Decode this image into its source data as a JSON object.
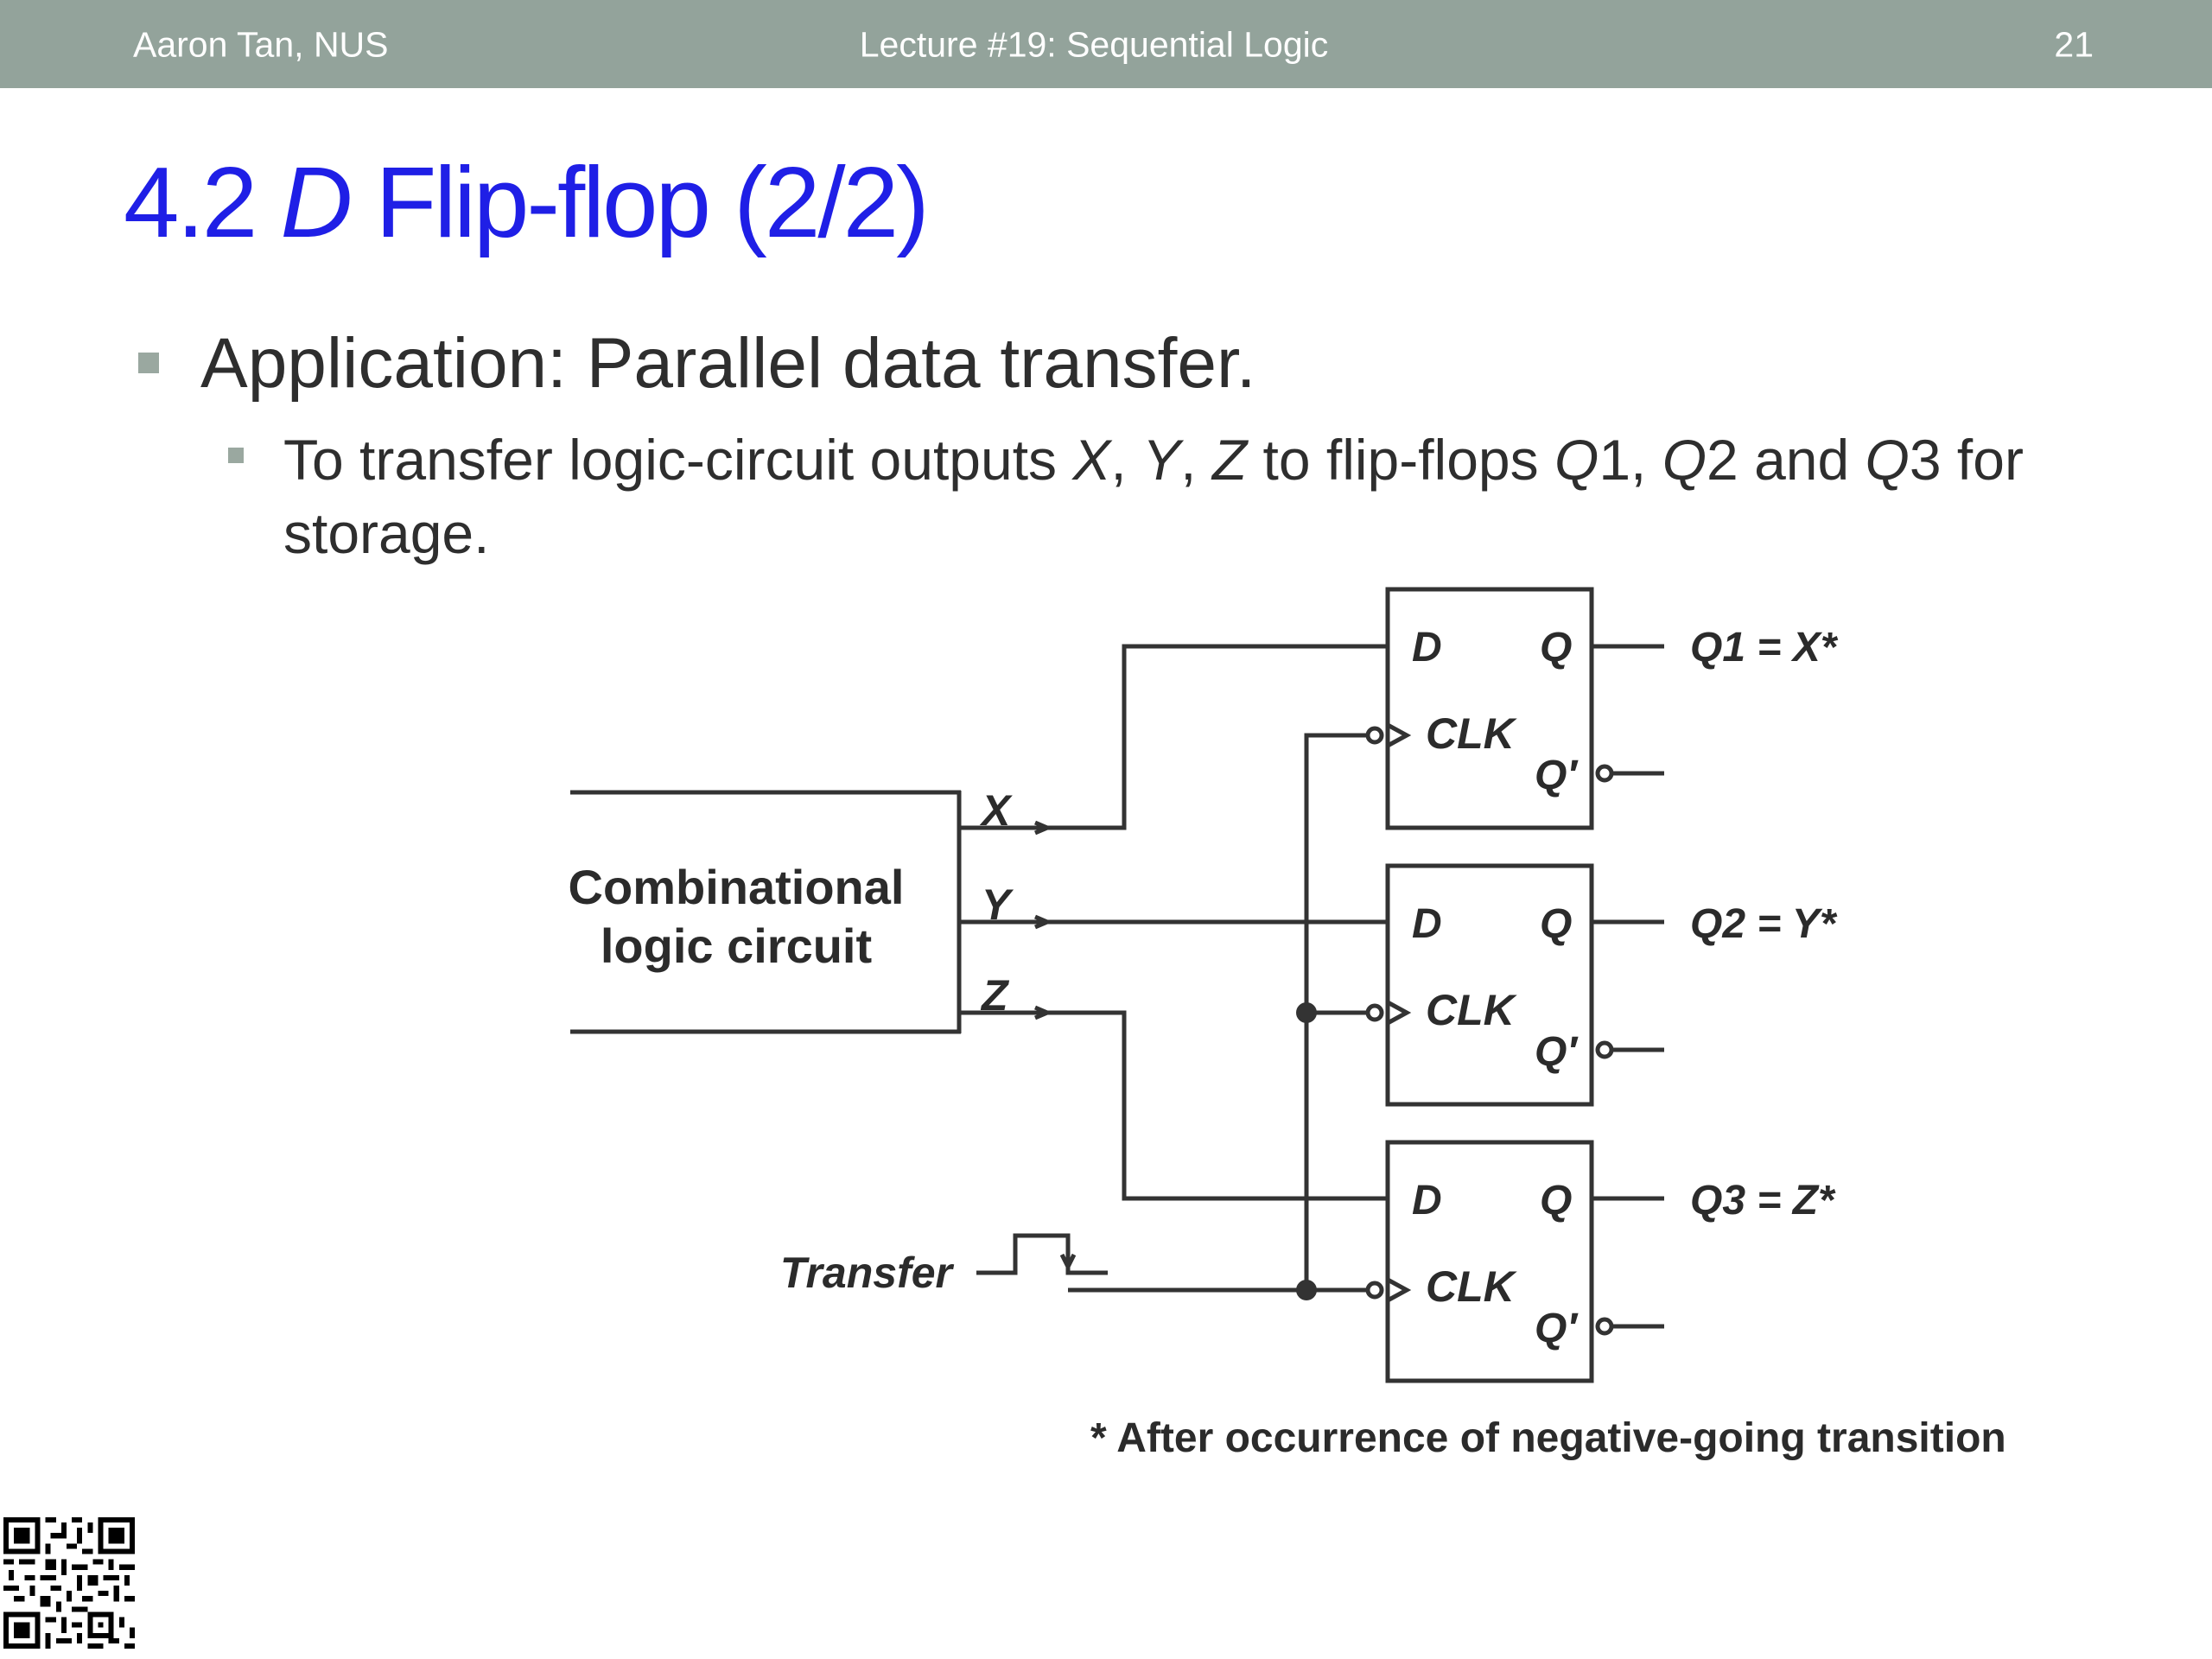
{
  "header": {
    "author": "Aaron Tan, NUS",
    "lecture": "Lecture #19: Sequential Logic",
    "page_number": "21"
  },
  "title": {
    "prefix": "4.2 ",
    "italic": "D",
    "suffix": " Flip-flop (2/2)"
  },
  "bullets": {
    "main": "Application: Parallel data transfer.",
    "sub": {
      "t1": "To transfer logic-circuit outputs ",
      "x": "X",
      "c1": ", ",
      "y": "Y",
      "c2": ", ",
      "z": "Z",
      "t2": " to flip-flops ",
      "q": "Q",
      "n1": "1, ",
      "q2": "Q",
      "n2": "2 and ",
      "q3": "Q",
      "n3": "3 for storage."
    }
  },
  "diagram": {
    "block_line1": "Combinational",
    "block_line2": "logic circuit",
    "output_x": "X",
    "output_y": "Y",
    "output_z": "Z",
    "transfer_label": "Transfer",
    "flipflops": [
      {
        "d": "D",
        "q": "Q",
        "clk": "CLK",
        "qbar": "Q′",
        "output": "Q1 = X*"
      },
      {
        "d": "D",
        "q": "Q",
        "clk": "CLK",
        "qbar": "Q′",
        "output": "Q2 = Y*"
      },
      {
        "d": "D",
        "q": "Q",
        "clk": "CLK",
        "qbar": "Q′",
        "output": "Q3 = Z*"
      }
    ],
    "footnote": "* After occurrence of negative-going transition"
  }
}
